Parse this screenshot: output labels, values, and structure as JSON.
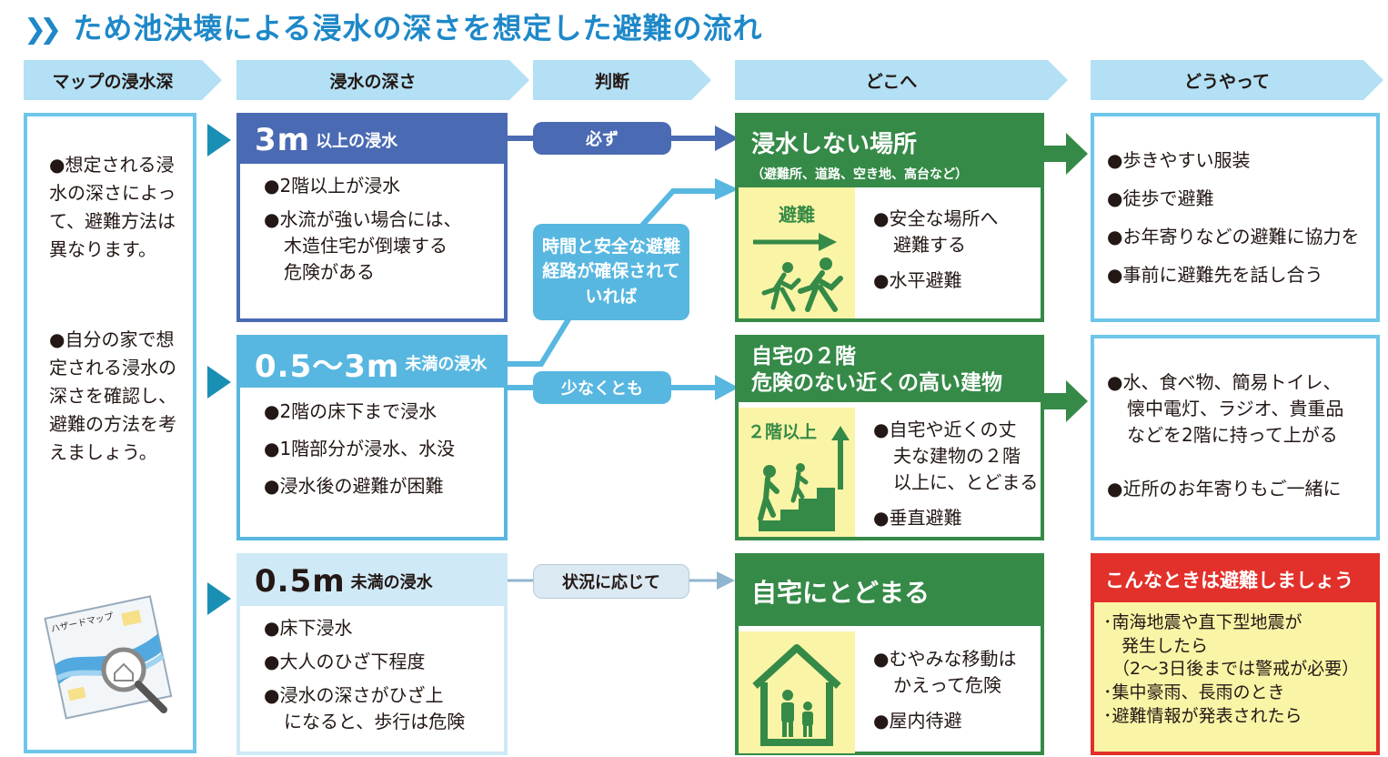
{
  "title": "ため池決壊による浸水の深さを想定した避難の流れ",
  "headers": {
    "map_depth": "マップの浸水深",
    "depth": "浸水の深さ",
    "judgement": "判断",
    "where": "どこへ",
    "how": "どうやって"
  },
  "intro": {
    "p1": "●想定される浸水の深さによって、避難方法は異なります。",
    "p2": "●自分の家で想定される浸水の深さを確認し、避難の方法を考えましょう。",
    "map_label": "ハザードマップ"
  },
  "depth_cards": [
    {
      "big": "3m",
      "small": "以上の浸水",
      "items": [
        "●2階以上が浸水",
        "●水流が強い場合には、",
        "木造住宅が倒壊する",
        "危険がある"
      ]
    },
    {
      "big": "0.5～3m",
      "small": "未満の浸水",
      "items": [
        "●2階の床下まで浸水",
        "●1階部分が浸水、水没",
        "●浸水後の避難が困難"
      ]
    },
    {
      "big": "0.5m",
      "small": "未満の浸水",
      "items": [
        "●床下浸水",
        "●大人のひざ下程度",
        "●浸水の深さがひざ上",
        "になると、歩行は危険"
      ]
    }
  ],
  "judgements": {
    "must": "必ず",
    "if_safe": "時間と安全な避難経路が確保されていれば",
    "at_least": "少なくとも",
    "depending": "状況に応じて"
  },
  "where_cards": [
    {
      "title": "浸水しない場所",
      "subtitle": "（避難所、道路、空き地、高台など）",
      "badge": "避難",
      "items": [
        "●安全な場所へ",
        "避難する",
        "●水平避難"
      ]
    },
    {
      "title_l1": "自宅の２階",
      "title_l2": "危険のない近くの高い建物",
      "badge": "２階以上",
      "items": [
        "●自宅や近くの丈",
        "夫な建物の２階",
        "以上に、とどまる",
        "●垂直避難"
      ]
    },
    {
      "title": "自宅にとどまる",
      "items": [
        "●むやみな移動は",
        "かえって危険",
        "●屋内待避"
      ]
    }
  ],
  "how_cards": [
    {
      "items": [
        "●歩きやすい服装",
        "●徒歩で避難",
        "●お年寄りなどの避難に協力を",
        "●事前に避難先を話し合う"
      ]
    },
    {
      "items": [
        "●水、食べ物、簡易トイレ、",
        "懐中電灯、ラジオ、貴重品",
        "などを2階に持って上がる",
        "●近所のお年寄りもご一緒に"
      ]
    }
  ],
  "evacuate": {
    "title": "こんなときは避難しましょう",
    "items": [
      "･南海地震や直下型地震が",
      "発生したら",
      "（2～3日後までは警戒が必要）",
      "･集中豪雨、長雨のとき",
      "･避難情報が発表されたら"
    ]
  },
  "colors": {
    "blue_dark": "#4a6bb3",
    "blue_light": "#57b7e0",
    "green": "#358a47",
    "red": "#e2302a",
    "yellow": "#faf4a6"
  }
}
